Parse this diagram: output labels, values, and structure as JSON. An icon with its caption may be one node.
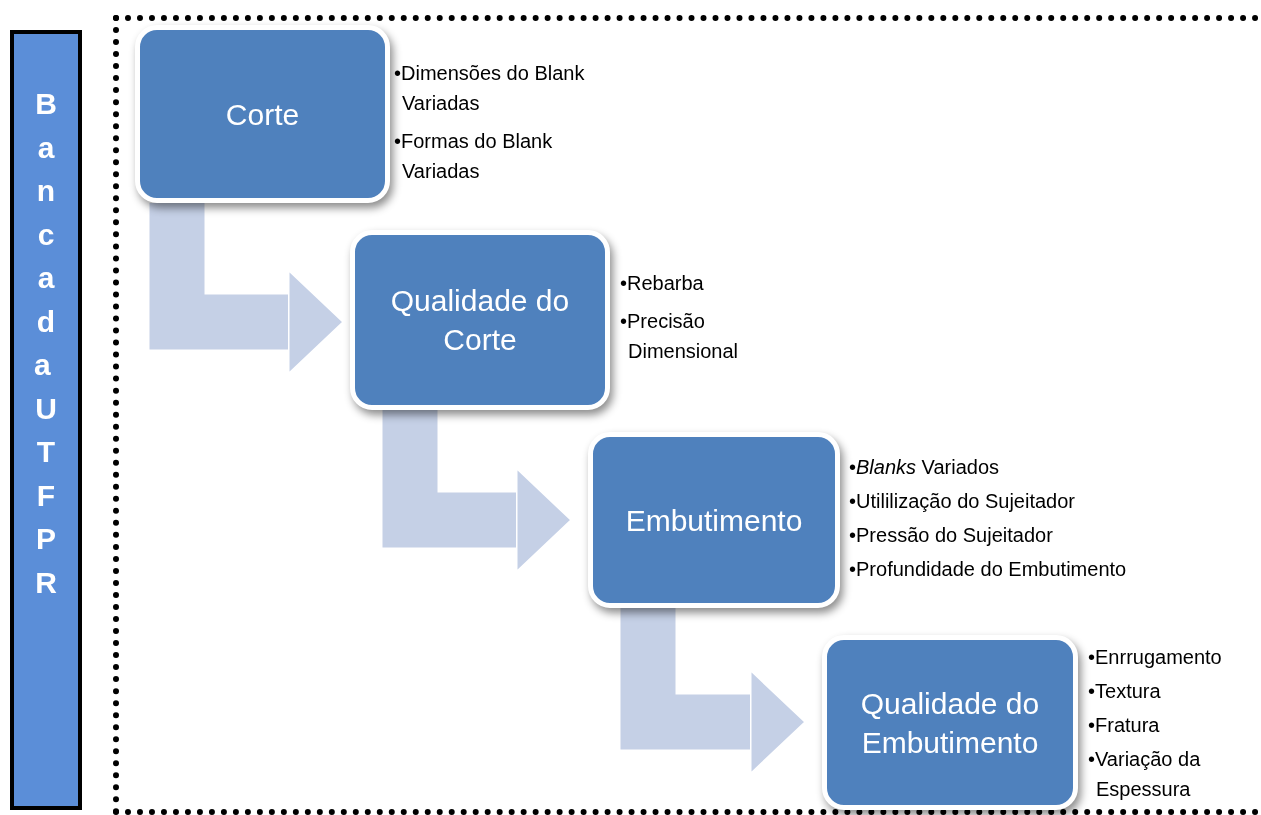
{
  "diagram": {
    "nodes": [
      {
        "text": [
          "Bancada UTFPR"
        ]
      },
      {
        "text": [],
        "shape": "box"
      },
      {
        "text": [
          "Corte"
        ],
        "in": 1,
        "beside": [
          "•Dimensões do Blank Variadas",
          "•Formas do Blank Variadas"
        ]
      },
      {
        "text": [
          "Qualidade do Corte"
        ],
        "in": 1,
        "beside": [
          "•Rebarba",
          "•Precisão Dimensional"
        ]
      },
      {
        "text": [
          "Embutimento"
        ],
        "in": 1,
        "beside": [
          "•*Blanks* Variados",
          "•Utililização do Sujeitador",
          "•Pressão do Sujeitador",
          "•Profundidade do Embutimento"
        ]
      },
      {
        "text": [
          "Qualidade do Embutimento"
        ],
        "in": 1,
        "beside": [
          "•Enrrugamento",
          "•Textura",
          "•Fratura",
          "•Variação da Espessura"
        ]
      }
    ],
    "edges": [
      {
        "from": 2,
        "to": 3,
        "arrow": "to"
      },
      {
        "from": 3,
        "to": 4,
        "arrow": "to"
      },
      {
        "from": 4,
        "to": 5,
        "arrow": "to"
      }
    ]
  }
}
